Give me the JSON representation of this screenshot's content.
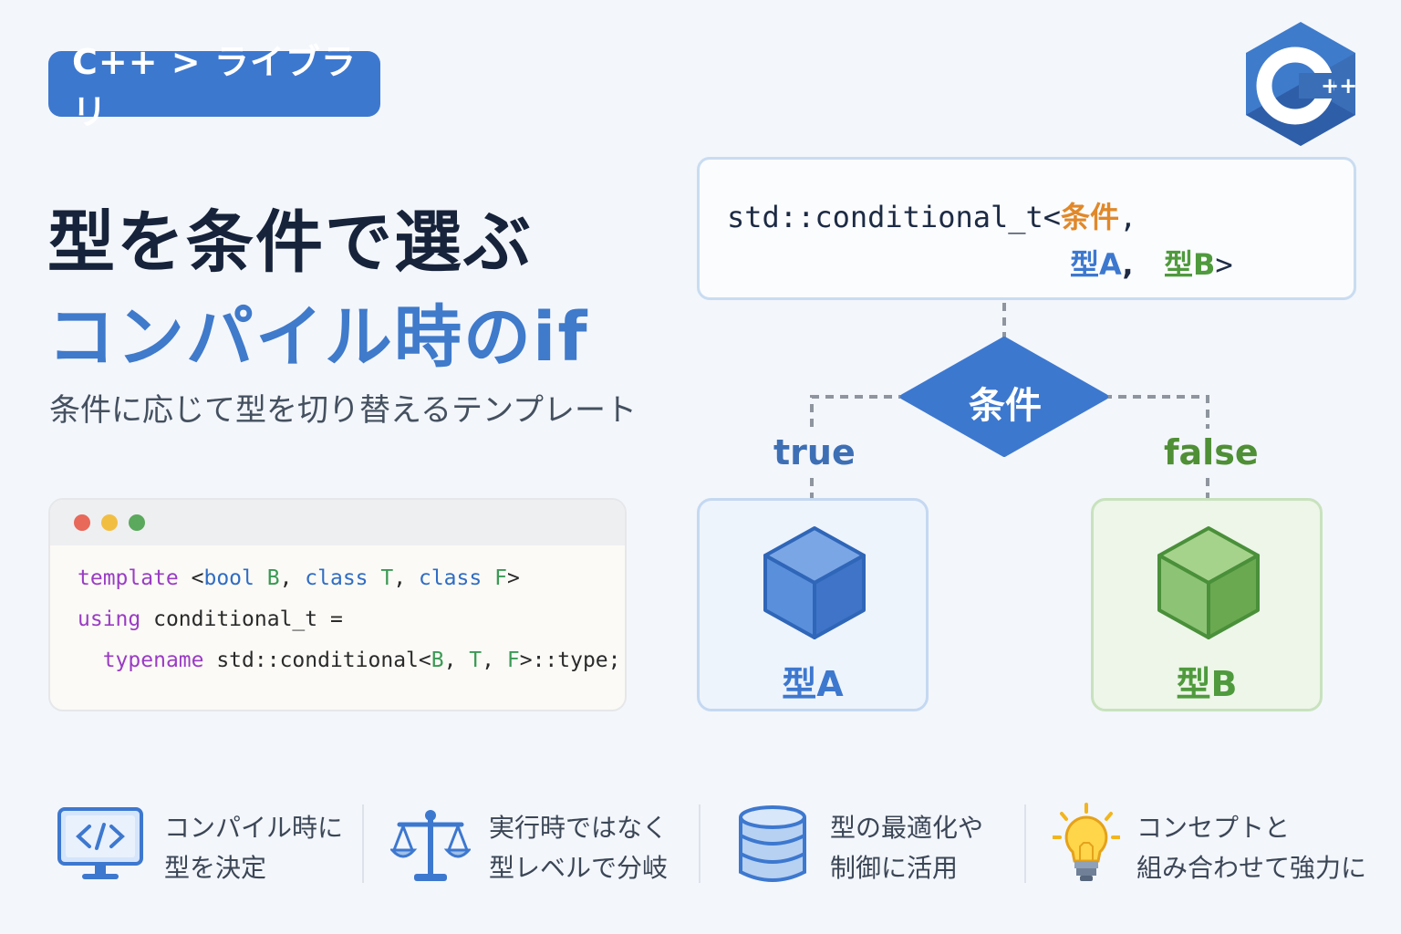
{
  "badge": "C++ > ライブラリ",
  "logo": {
    "text": "C",
    "plus": "++"
  },
  "title": {
    "line1": "型を条件で選ぶ",
    "line2": "コンパイル時のif"
  },
  "subtitle": "条件に応じて型を切り替えるテンプレート",
  "code": {
    "line1": {
      "kw1": "template",
      "p1": " <",
      "t1": "bool",
      "p2": " ",
      "g1": "B",
      "p3": ", ",
      "kw2": "class",
      "p4": " ",
      "g2": "T",
      "p5": ", ",
      "kw3": "class",
      "p6": " ",
      "g3": "F",
      "p7": ">"
    },
    "line2": {
      "kw1": "using",
      "p1": " conditional_t ="
    },
    "line3": {
      "indent": "  ",
      "kw1": "typename",
      "p1": " std::conditional<",
      "g1": "B",
      "p2": ", ",
      "g2": "T",
      "p3": ", ",
      "g3": "F",
      "p4": ">::type;"
    }
  },
  "expression": {
    "prefix": "std::conditional_t<",
    "cond": "条件",
    "comma1": ",",
    "typeA": "型A",
    "comma2": ",",
    "typeB": "型B",
    "suffix": ">"
  },
  "flow": {
    "condition": "条件",
    "true_label": "true",
    "false_label": "false",
    "box_a": "型A",
    "box_b": "型B"
  },
  "features": [
    {
      "icon": "code-monitor-icon",
      "line1": "コンパイル時に",
      "line2": "型を決定"
    },
    {
      "icon": "balance-scale-icon",
      "line1": "実行時ではなく",
      "line2": "型レベルで分岐"
    },
    {
      "icon": "database-icon",
      "line1": "型の最適化や",
      "line2": "制御に活用"
    },
    {
      "icon": "lightbulb-icon",
      "line1": "コンセプトと",
      "line2": "組み合わせて強力に"
    }
  ],
  "colors": {
    "accent_blue": "#3d78cf",
    "accent_green": "#4f9a3d",
    "accent_orange": "#e0882a",
    "keyword_purple": "#9a3cc4",
    "background": "#f3f6fb"
  }
}
